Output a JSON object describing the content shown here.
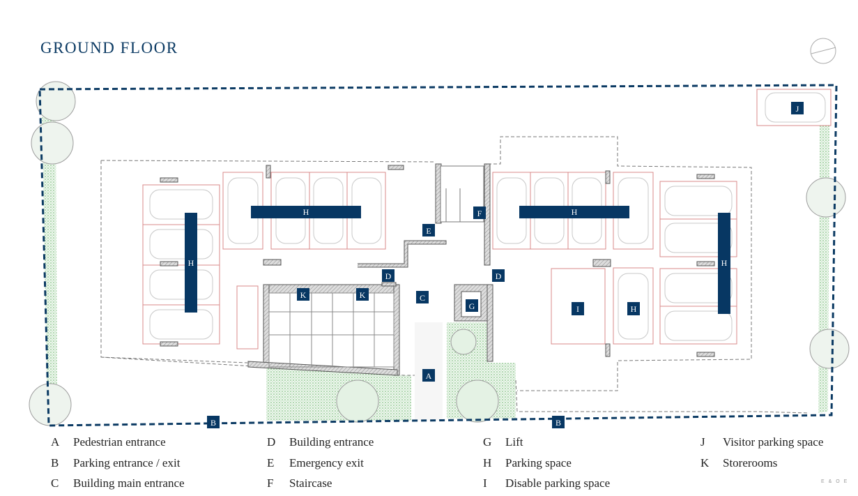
{
  "title": "GROUND FLOOR",
  "footer_note": "E & O E",
  "colors": {
    "navy": "#073763",
    "parking_outline": "#d98a8a",
    "garden": "#7fbf7f"
  },
  "markers": {
    "A": "A",
    "B": "B",
    "C": "C",
    "D": "D",
    "E": "E",
    "F": "F",
    "G": "G",
    "H": "H",
    "I": "I",
    "J": "J",
    "K": "K"
  },
  "legend": [
    {
      "key": "A",
      "label": "Pedestrian entrance"
    },
    {
      "key": "B",
      "label": "Parking entrance / exit"
    },
    {
      "key": "C",
      "label": "Building main entrance"
    },
    {
      "key": "D",
      "label": "Building entrance"
    },
    {
      "key": "E",
      "label": "Emergency exit"
    },
    {
      "key": "F",
      "label": "Staircase"
    },
    {
      "key": "G",
      "label": "Lift"
    },
    {
      "key": "H",
      "label": "Parking space"
    },
    {
      "key": "I",
      "label": "Disable parking space"
    },
    {
      "key": "J",
      "label": "Visitor parking space"
    },
    {
      "key": "K",
      "label": "Storerooms"
    }
  ]
}
